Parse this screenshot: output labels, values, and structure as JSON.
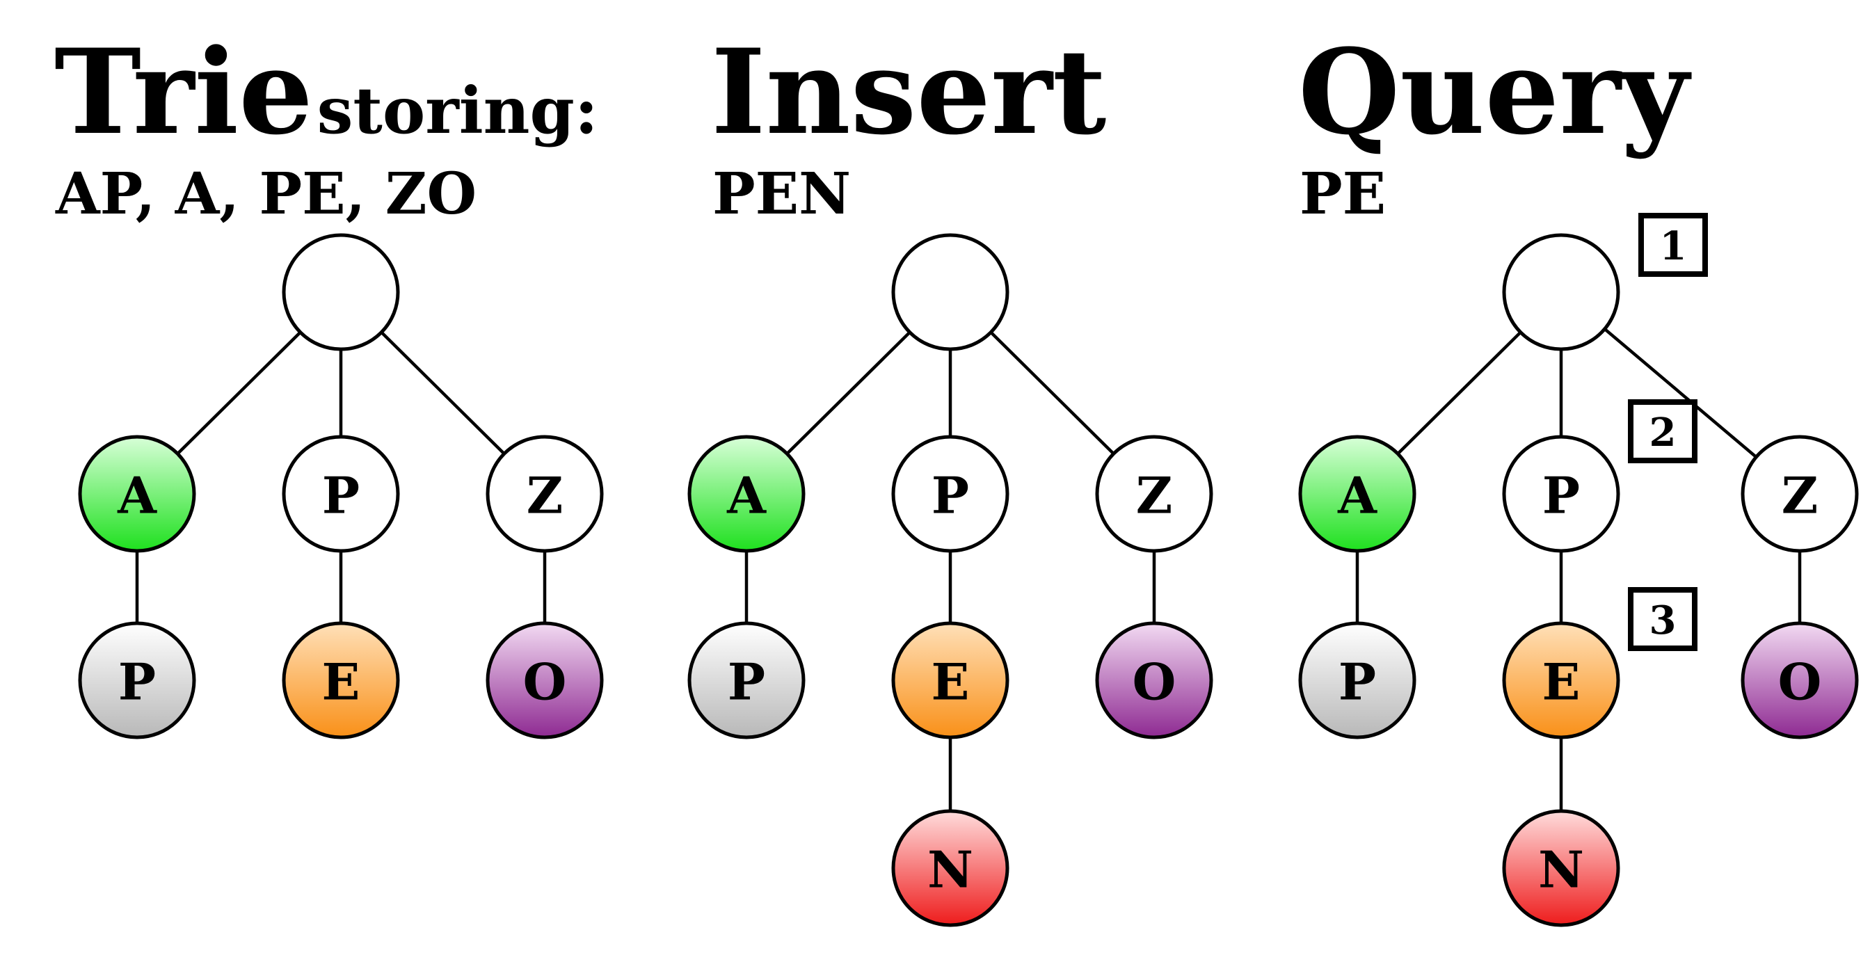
{
  "panels": [
    {
      "title": "Trie",
      "title_suffix": "storing:",
      "subtitle": "AP, A, PE, ZO",
      "nodes": [
        {
          "id": "root",
          "label": "",
          "color": "white"
        },
        {
          "id": "A",
          "label": "A",
          "color": "green",
          "parent": "root"
        },
        {
          "id": "P",
          "label": "P",
          "color": "white",
          "parent": "root"
        },
        {
          "id": "Z",
          "label": "Z",
          "color": "white",
          "parent": "root"
        },
        {
          "id": "AP",
          "label": "P",
          "color": "gray",
          "parent": "A"
        },
        {
          "id": "PE",
          "label": "E",
          "color": "orange",
          "parent": "P"
        },
        {
          "id": "ZO",
          "label": "O",
          "color": "purple",
          "parent": "Z"
        }
      ]
    },
    {
      "title": "Insert",
      "title_suffix": "",
      "subtitle": "PEN",
      "nodes": [
        {
          "id": "root",
          "label": "",
          "color": "white"
        },
        {
          "id": "A",
          "label": "A",
          "color": "green",
          "parent": "root"
        },
        {
          "id": "P",
          "label": "P",
          "color": "white",
          "parent": "root"
        },
        {
          "id": "Z",
          "label": "Z",
          "color": "white",
          "parent": "root"
        },
        {
          "id": "AP",
          "label": "P",
          "color": "gray",
          "parent": "A"
        },
        {
          "id": "PE",
          "label": "E",
          "color": "orange",
          "parent": "P"
        },
        {
          "id": "ZO",
          "label": "O",
          "color": "purple",
          "parent": "Z"
        },
        {
          "id": "PEN",
          "label": "N",
          "color": "red",
          "parent": "PE"
        }
      ]
    },
    {
      "title": "Query",
      "title_suffix": "",
      "subtitle": "PE",
      "nodes": [
        {
          "id": "root",
          "label": "",
          "color": "white"
        },
        {
          "id": "A",
          "label": "A",
          "color": "green",
          "parent": "root"
        },
        {
          "id": "P",
          "label": "P",
          "color": "white",
          "parent": "root"
        },
        {
          "id": "Z",
          "label": "Z",
          "color": "white",
          "parent": "root"
        },
        {
          "id": "AP",
          "label": "P",
          "color": "gray",
          "parent": "A"
        },
        {
          "id": "PE",
          "label": "E",
          "color": "orange",
          "parent": "P"
        },
        {
          "id": "ZO",
          "label": "O",
          "color": "purple",
          "parent": "Z"
        },
        {
          "id": "PEN",
          "label": "N",
          "color": "red",
          "parent": "PE"
        }
      ],
      "steps": [
        {
          "label": "1",
          "near": "root"
        },
        {
          "label": "2",
          "near": "P"
        },
        {
          "label": "3",
          "near": "PE"
        }
      ]
    }
  ],
  "colors": {
    "white": [
      "#ffffff",
      "#ffffff"
    ],
    "green": [
      "#d8ffd8",
      "#1ee01e"
    ],
    "gray": [
      "#ffffff",
      "#b8b8b8"
    ],
    "orange": [
      "#ffe0b8",
      "#f99018"
    ],
    "purple": [
      "#f2daf2",
      "#8e2a92"
    ],
    "red": [
      "#ffdcdc",
      "#ee1c1c"
    ]
  }
}
